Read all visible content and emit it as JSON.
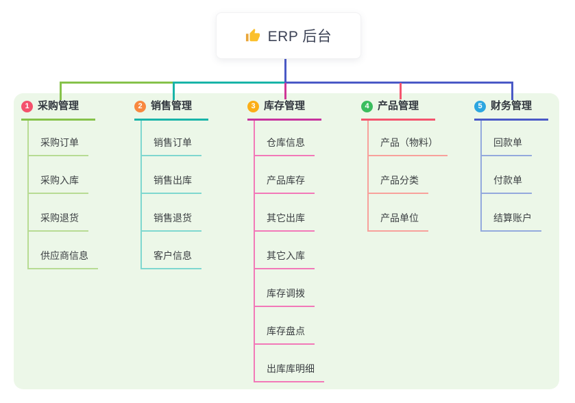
{
  "root": {
    "title": "ERP 后台",
    "icon": "thumbs-up-icon"
  },
  "panel_bg": "#ecf7e8",
  "connectors": {
    "root_stem": "#4a59c6",
    "bus_left": "#86c24a",
    "bus_mid": "#19b4a8",
    "bus_right": "#4a59c6",
    "drop_1": "#86c24a",
    "drop_2": "#19b4a8",
    "drop_3": "#cf3596",
    "drop_4": "#f4546e",
    "drop_5": "#4a59c6"
  },
  "branches": [
    {
      "index": "1",
      "title": "采购管理",
      "badge_color": "#f4516c",
      "line_color": "#86c24a",
      "child_line_color": "#b7db93",
      "children": [
        "采购订单",
        "采购入库",
        "采购退货",
        "供应商信息"
      ]
    },
    {
      "index": "2",
      "title": "销售管理",
      "badge_color": "#f8883f",
      "line_color": "#19b4a8",
      "child_line_color": "#7ed7cf",
      "children": [
        "销售订单",
        "销售出库",
        "销售退货",
        "客户信息"
      ]
    },
    {
      "index": "3",
      "title": "库存管理",
      "badge_color": "#fbae17",
      "line_color": "#c7339e",
      "child_line_color": "#f278b8",
      "children": [
        "仓库信息",
        "产品库存",
        "其它出库",
        "其它入库",
        "库存调拨",
        "库存盘点",
        "出库库明细"
      ]
    },
    {
      "index": "4",
      "title": "产品管理",
      "badge_color": "#3bbd5e",
      "line_color": "#f4546e",
      "child_line_color": "#f8a09b",
      "children": [
        "产品（物料）",
        "产品分类",
        "产品单位"
      ]
    },
    {
      "index": "5",
      "title": "财务管理",
      "badge_color": "#2ca6e0",
      "line_color": "#4a59c6",
      "child_line_color": "#93a9dd",
      "children": [
        "回款单",
        "付款单",
        "结算账户"
      ]
    }
  ]
}
